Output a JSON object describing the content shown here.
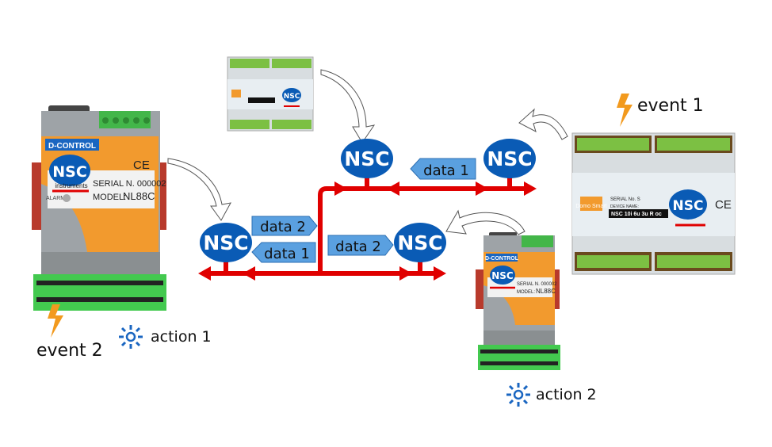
{
  "nodes": {
    "label": "NSC",
    "color": "#0a5bb5"
  },
  "bus_color": "#e00000",
  "tags": {
    "top_data1": "data 1",
    "left_data2": "data 2",
    "left_data1": "data 1",
    "mid_data2": "data 2",
    "color": "#5aa0e0"
  },
  "events": {
    "event1": "event 1",
    "event2": "event 2"
  },
  "actions": {
    "action1": "action 1",
    "action2": "action 2"
  },
  "left_device": {
    "brand": "D-CONTROL",
    "sub": "instruments",
    "serial": "SERIAL N. 000002",
    "model_label": "MODEL:",
    "model": "NL88C",
    "alarm": "ALARM",
    "ce": "CE"
  },
  "bottom_device": {
    "brand": "D-CONTROL",
    "serial": "SERIAL N. 000002",
    "model_label": "MODEL:",
    "model": "NL88C"
  },
  "right_device": {
    "logo": "Domo Smart",
    "serial_label": "SERIAL No. S",
    "device_name_label": "DEVICE NAME:",
    "device_name": "NSC 10i 6u 3u R oc",
    "ce": "CE"
  }
}
